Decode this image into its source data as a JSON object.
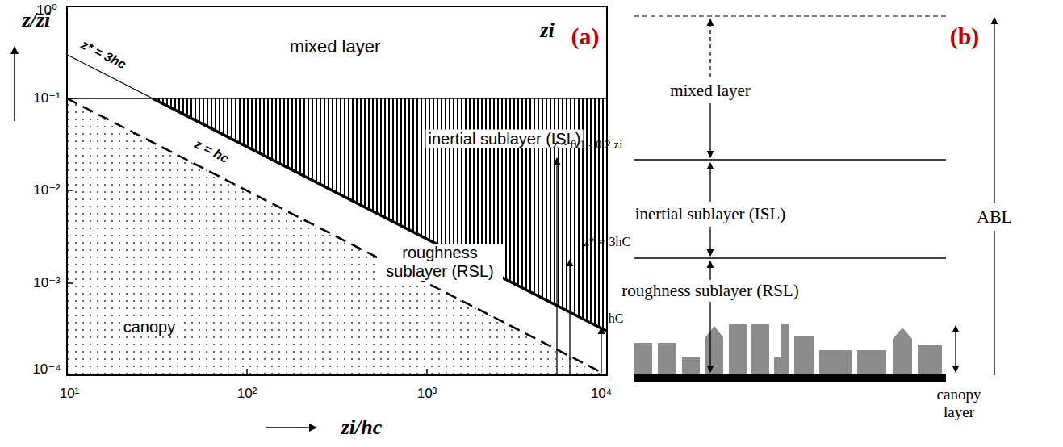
{
  "diagram": {
    "labels": [
      "(a)",
      "10⁰",
      "10⁻¹",
      "10⁻²",
      "10⁻³",
      "10⁻⁴",
      "10¹",
      "10²",
      "10³",
      "10⁴",
      "z/zi",
      "zi/hc",
      "mixed layer",
      "inertial sublayer (ISL)",
      "roughness sublayer (RSL)",
      "canopy",
      "z* = 3hc",
      "z = hc",
      "(b)",
      "zi",
      "mixed layer",
      "z ~ 0.1 - 0.2 zi",
      "inertial sublayer (ISL)",
      "z* ≈ 3hC",
      "hC",
      "roughness sublayer (RSL)",
      "canopy layer",
      "ABL"
    ]
  }
}
